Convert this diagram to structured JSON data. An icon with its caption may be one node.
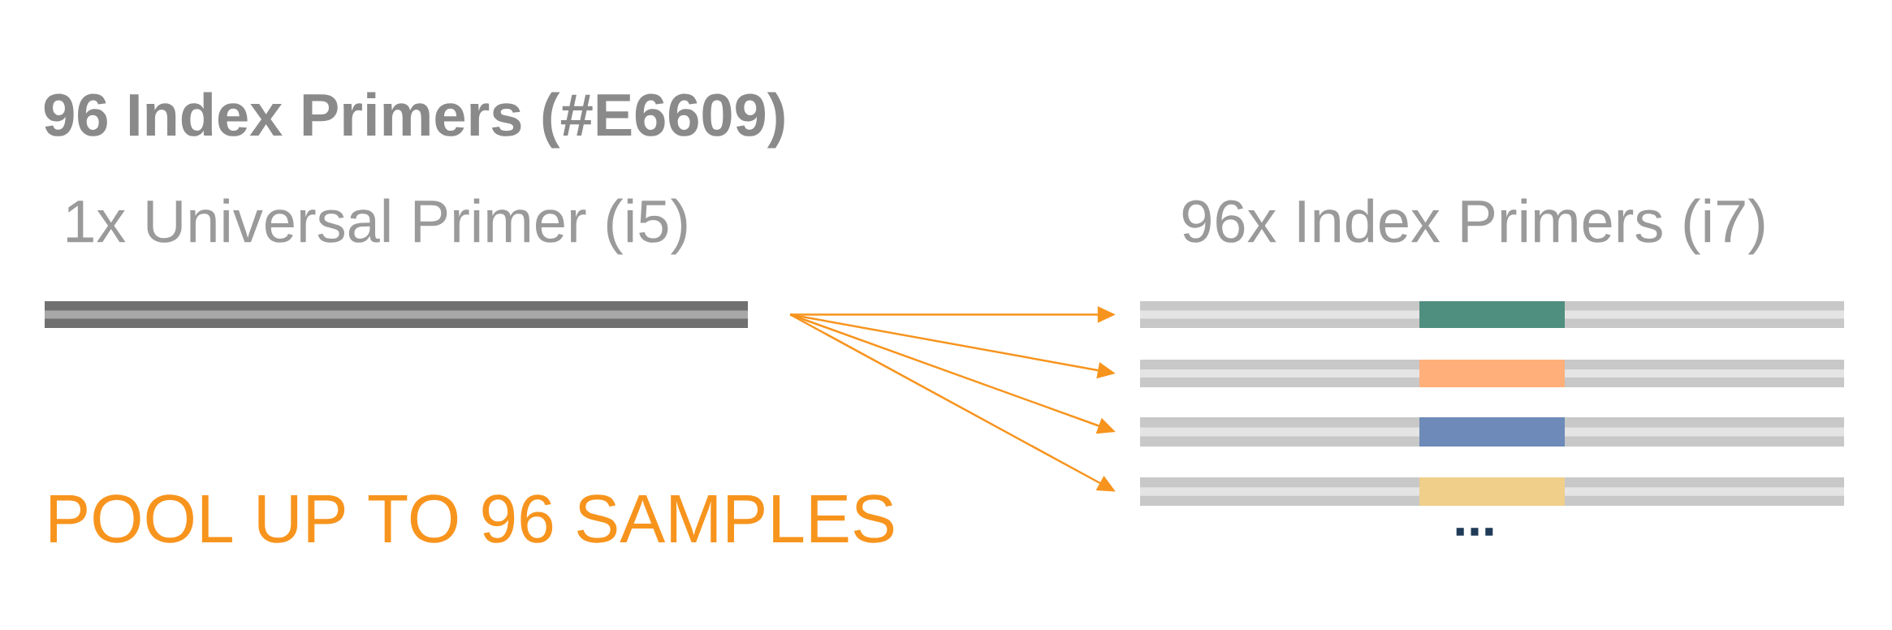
{
  "diagram": {
    "title": "96 Index Primers (#E6609)",
    "nodes": [
      {
        "text": [],
        "shape": "bar"
      },
      {
        "text": [],
        "shape": "bar"
      },
      {
        "text": [],
        "shape": "bar"
      },
      {
        "text": [],
        "shape": "bar"
      },
      {
        "text": [],
        "shape": "bar"
      }
    ],
    "edges": [
      {
        "from": 0,
        "to": 1,
        "arrow": "to"
      },
      {
        "from": 0,
        "to": 2,
        "arrow": "to"
      },
      {
        "from": 0,
        "to": 3,
        "arrow": "to"
      },
      {
        "from": 0,
        "to": 4,
        "arrow": "to"
      }
    ],
    "labels": [
      "1x Universal Primer (i5)",
      "96x Index Primers (i7)",
      "POOL UP TO 96 SAMPLES",
      "..."
    ]
  }
}
